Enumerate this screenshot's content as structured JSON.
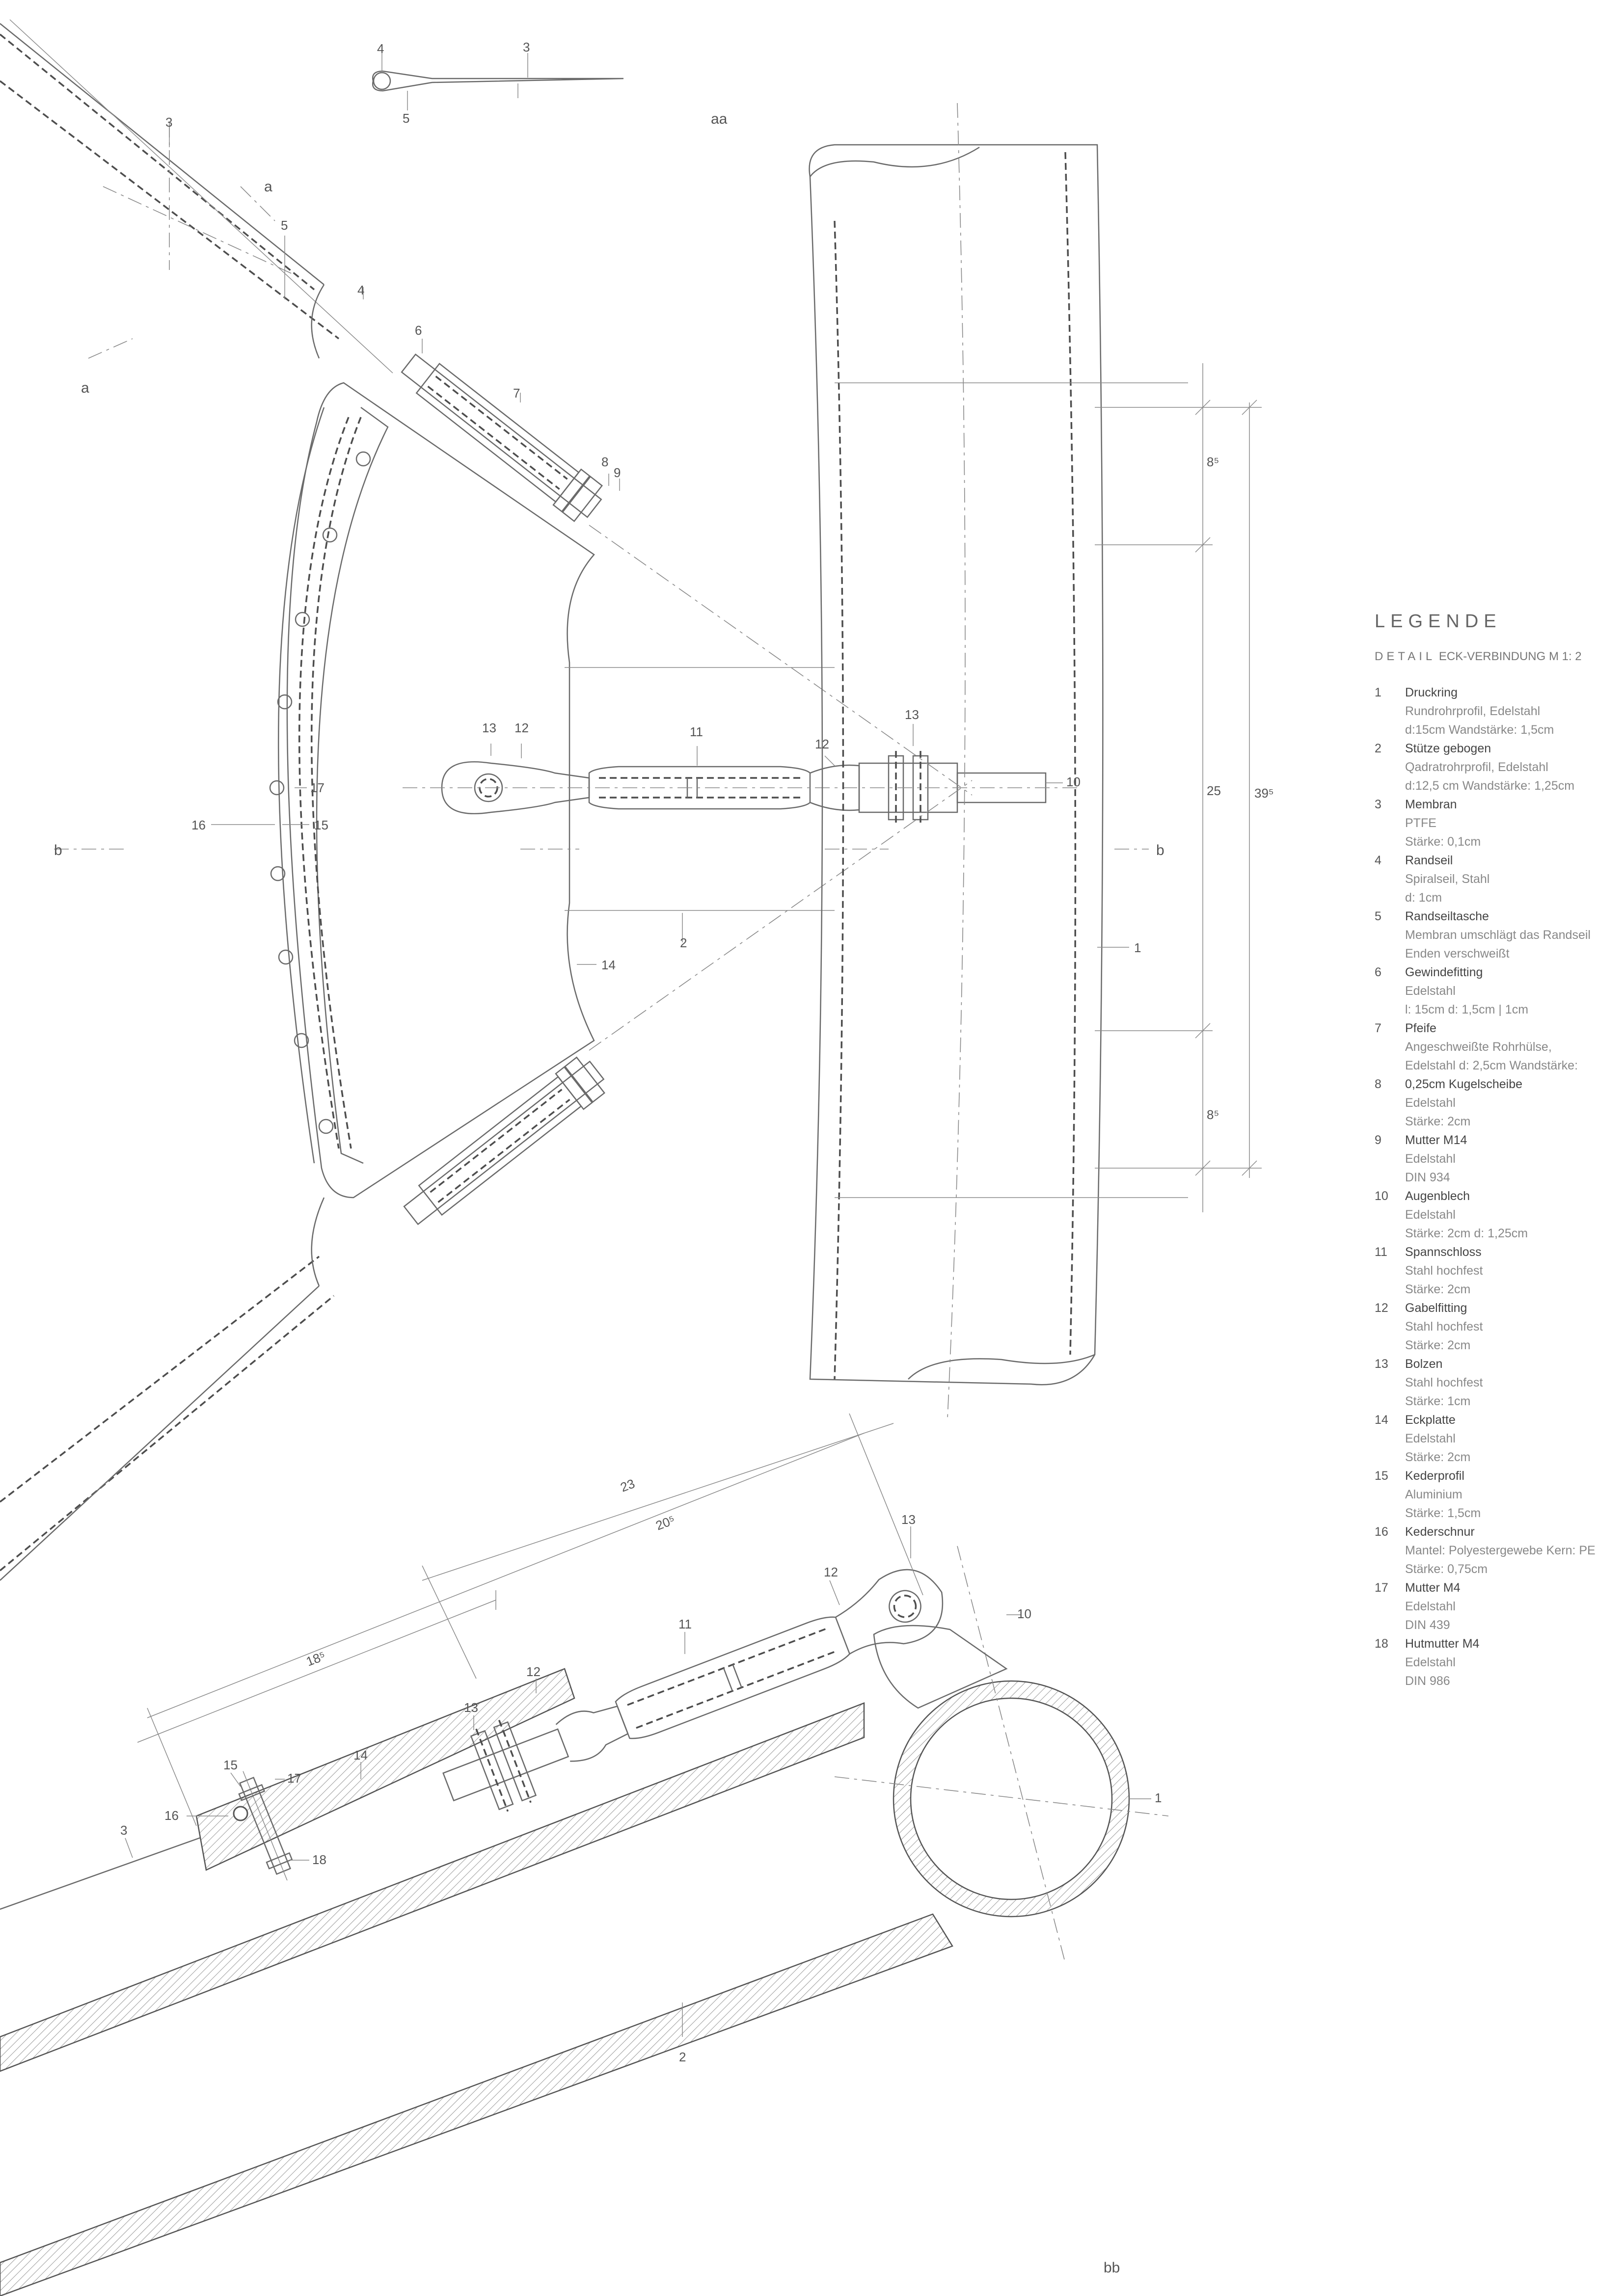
{
  "section_labels": {
    "aa": "aa",
    "bb": "bb",
    "a": "a",
    "b": "b"
  },
  "part_numbers": {
    "p1": "1",
    "p2": "2",
    "p3": "3",
    "p4": "4",
    "p5": "5",
    "p6": "6",
    "p7": "7",
    "p8": "8",
    "p9": "9",
    "p10": "10",
    "p11": "11",
    "p12": "12",
    "p13": "13",
    "p14": "14",
    "p15": "15",
    "p16": "16",
    "p17": "17",
    "p18": "18"
  },
  "dimensions": {
    "top_segment": "8⁵",
    "middle": "25",
    "bottom_segment": "8⁵",
    "total": "39⁵",
    "cable_23": "23",
    "cable_20": "20⁵",
    "cable_18": "18⁵"
  },
  "legend": {
    "title": "LEGENDE",
    "detail_word": "DETAIL",
    "detail_rest": "ECK-VERBINDUNG M 1: 2",
    "items": [
      {
        "num": "1",
        "name": "Druckring",
        "desc": [
          "Rundrohrprofil, Edelstahl",
          "d:15cm Wandstärke: 1,5cm"
        ]
      },
      {
        "num": "2",
        "name": "Stütze gebogen",
        "desc": [
          "Qadratrohrprofil, Edelstahl",
          "d:12,5 cm Wandstärke: 1,25cm"
        ]
      },
      {
        "num": "3",
        "name": "Membran",
        "desc": [
          "PTFE",
          "Stärke: 0,1cm"
        ]
      },
      {
        "num": "4",
        "name": "Randseil",
        "desc": [
          "Spiralseil, Stahl",
          "d: 1cm"
        ]
      },
      {
        "num": "5",
        "name": "Randseiltasche",
        "desc": [
          "Membran umschlägt das Randseil",
          "Enden verschweißt"
        ]
      },
      {
        "num": "6",
        "name": "Gewindefitting",
        "desc": [
          "Edelstahl",
          "l: 15cm d: 1,5cm | 1cm"
        ]
      },
      {
        "num": "7",
        "name": "Pfeife",
        "desc": [
          "Angeschweißte Rohrhülse,",
          "Edelstahl d: 2,5cm Wandstärke:"
        ]
      },
      {
        "num": "8",
        "name": "0,25cm Kugelscheibe",
        "desc": [
          "Edelstahl",
          "Stärke: 2cm"
        ]
      },
      {
        "num": "9",
        "name": "Mutter M14",
        "desc": [
          "Edelstahl",
          "DIN 934"
        ]
      },
      {
        "num": "10",
        "name": "Augenblech",
        "desc": [
          "Edelstahl",
          "Stärke: 2cm d: 1,25cm"
        ]
      },
      {
        "num": "11",
        "name": "Spannschloss",
        "desc": [
          "Stahl hochfest",
          "Stärke: 2cm"
        ]
      },
      {
        "num": "12",
        "name": "Gabelfitting",
        "desc": [
          "Stahl hochfest",
          "Stärke: 2cm"
        ]
      },
      {
        "num": "13",
        "name": "Bolzen",
        "desc": [
          "Stahl hochfest",
          "Stärke: 1cm"
        ]
      },
      {
        "num": "14",
        "name": "Eckplatte",
        "desc": [
          "Edelstahl",
          "Stärke: 2cm"
        ]
      },
      {
        "num": "15",
        "name": "Kederprofil",
        "desc": [
          "Aluminium",
          "Stärke: 1,5cm"
        ]
      },
      {
        "num": "16",
        "name": "Kederschnur",
        "desc": [
          "Mantel: Polyestergewebe Kern: PE",
          "Stärke: 0,75cm"
        ]
      },
      {
        "num": "17",
        "name": "Mutter M4",
        "desc": [
          "Edelstahl",
          "DIN 439"
        ]
      },
      {
        "num": "18",
        "name": "Hutmutter M4",
        "desc": [
          "Edelstahl",
          "DIN 986"
        ]
      }
    ]
  }
}
